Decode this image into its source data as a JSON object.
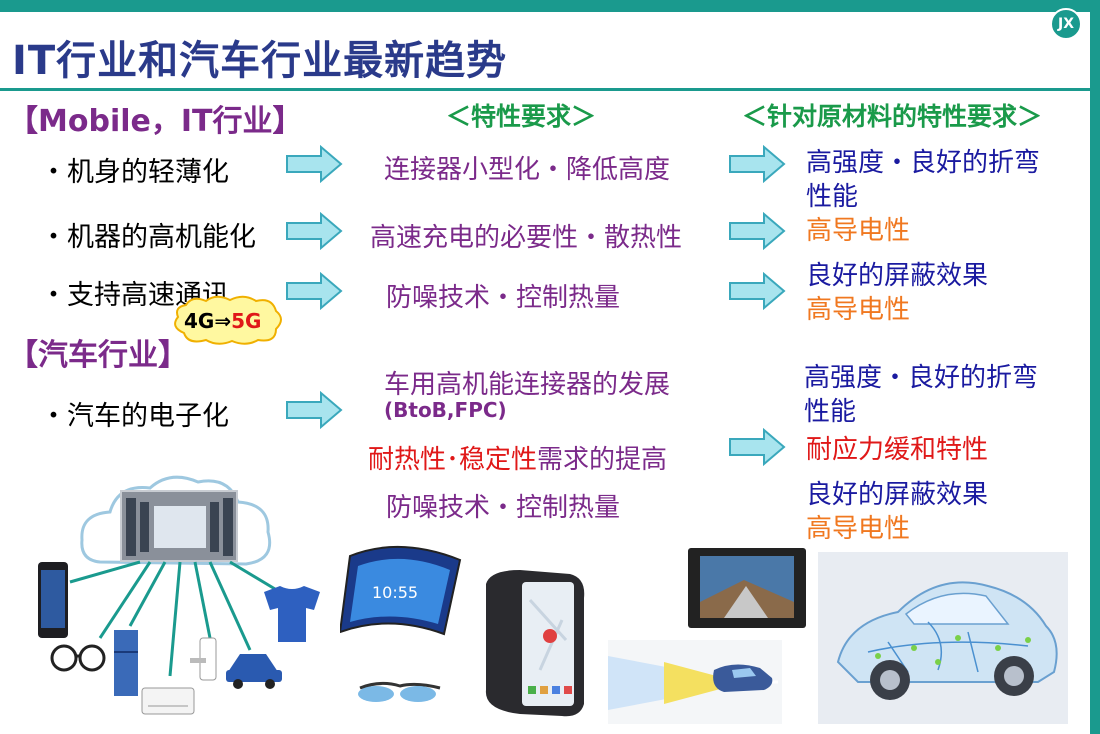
{
  "slide": {
    "title": "IT行业和汽车行业最新趋势",
    "logo": "JX"
  },
  "headers": {
    "mobile_section": "【Mobile，IT行业】",
    "feature_req": "＜特性要求＞",
    "material_req": "＜针对原材料的特性要求＞",
    "auto_section": "【汽车行业】"
  },
  "mobile_rows": [
    {
      "left": "・机身的轻薄化",
      "mid": "连接器小型化・降低高度",
      "right": "高强度・良好的折弯",
      "right2": "性能"
    },
    {
      "left": "・机器的高机能化",
      "mid": "高速充电的必要性・散热性",
      "right": "高导电性"
    },
    {
      "left": "・支持高速通讯",
      "mid": "防噪技术・控制热量",
      "right": "良好的屏蔽效果",
      "right2": "高导电性"
    }
  ],
  "bubble": {
    "prefix": "4G⇒",
    "highlight": "5G"
  },
  "auto_rows": {
    "left": "・汽车的电子化",
    "mid1": "车用高机能连接器的发展",
    "mid1_sub": "(BtoB,FPC)",
    "mid2_red": "耐热性･稳定性",
    "mid2_rest": "需求的提高",
    "mid3": "防噪技术・控制热量",
    "right1": "高强度・良好的折弯",
    "right1b": "性能",
    "right2": "耐应力缓和特性",
    "right3": "良好的屏蔽效果",
    "right3b": "高导电性"
  },
  "colors": {
    "accent": "#1a9a8e",
    "title": "#2a3a8a",
    "purple": "#7b2a8a",
    "green": "#1a9a4a",
    "blue": "#1a1aa0",
    "orange": "#f07820",
    "red": "#e01818"
  },
  "icons": [
    "cloud-icon",
    "server-room-icon",
    "smartphone-icon",
    "glasses-icon",
    "fridge-icon",
    "air-conditioner-icon",
    "door-lock-icon",
    "car-icon",
    "tshirt-icon",
    "flexible-display-icon",
    "wearable-display-icon",
    "smart-glasses-icon",
    "car-navigation-icon",
    "car-sensor-icon",
    "transparent-car-icon"
  ]
}
